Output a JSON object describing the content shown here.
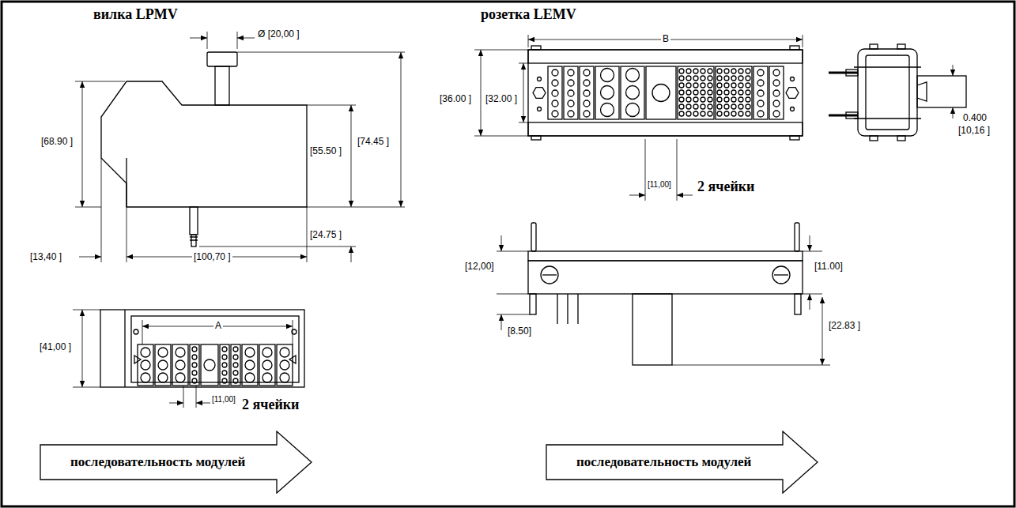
{
  "diagram": {
    "nodes": [
      {
        "text": [
          "последовательность модулей"
        ]
      },
      {
        "text": [
          "последовательность модулей"
        ]
      }
    ],
    "labels": [
      "вилка LPMV",
      "Ø [20,00 ]",
      "[68.90 ]",
      "[74.45 ]",
      "[55.50 ]",
      "[24.75 ]",
      "[13,40 ]",
      "[100,70 ]",
      "A",
      "[41,00 ]",
      "[11,00]",
      "2 ячейки",
      "розетка LEMV",
      "B",
      "[36.00 ]",
      "[32.00 ]",
      "[11,00]",
      "2 ячейки",
      "0.400",
      "[10,16 ]",
      "[12,00]",
      "[11.00]",
      "[8.50]",
      "[22.83 ]"
    ]
  }
}
